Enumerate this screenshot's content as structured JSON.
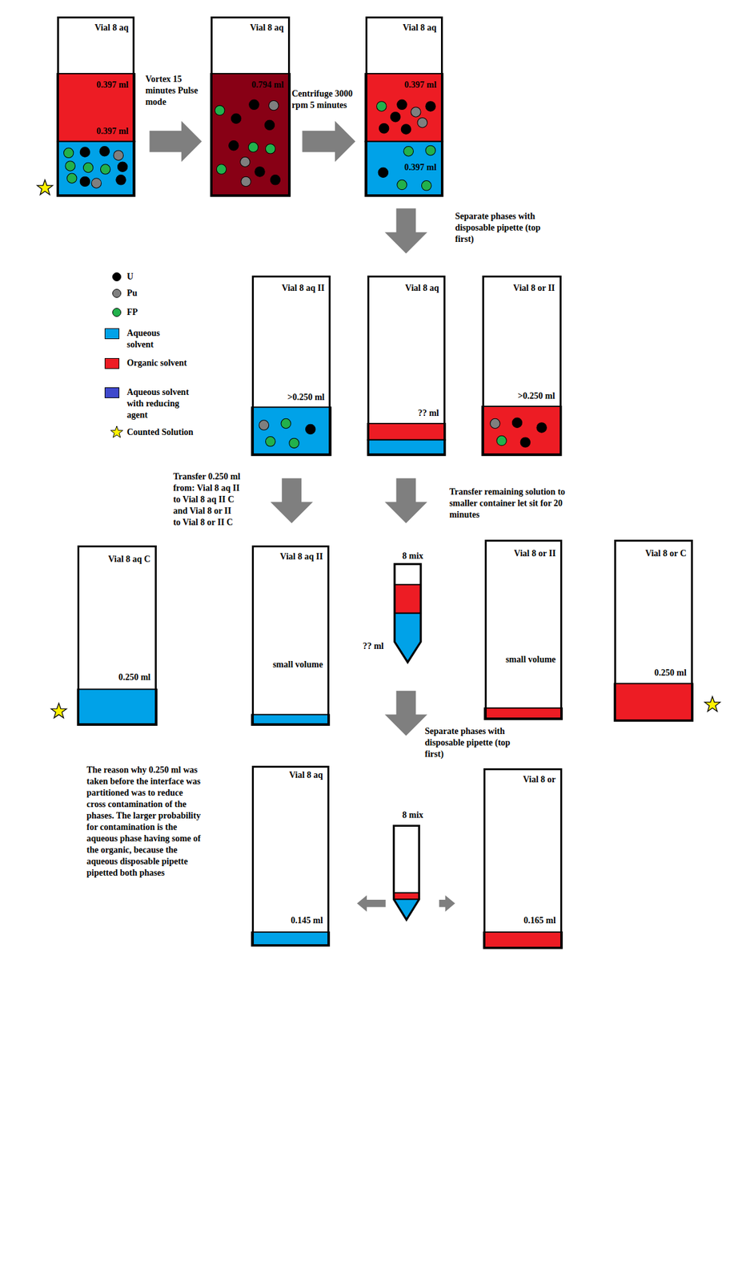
{
  "diagram": {
    "nodes": [
      {
        "text": [
          "Vial 8 aq"
        ]
      },
      {
        "text": [
          "0.397 ml",
          "0.397 ml"
        ],
        "in": 0
      },
      {
        "text": [
          "Vial 8 aq"
        ]
      },
      {
        "text": [
          "0.794 ml"
        ],
        "in": 2
      },
      {
        "text": [
          "Vial 8 aq"
        ]
      },
      {
        "text": [
          "0.397 ml"
        ],
        "in": 4
      },
      {
        "text": [
          "0.397 ml"
        ],
        "in": 4
      },
      {
        "text": [
          "Vial 8 aq II",
          ">0.250 ml"
        ]
      },
      {
        "text": [
          "Vial 8 aq",
          "?? ml"
        ]
      },
      {
        "text": [
          "Vial 8 or II",
          ">0.250 ml"
        ]
      },
      {
        "text": [
          "Vial 8 aq C",
          "0.250 ml"
        ]
      },
      {
        "text": [
          "Vial 8 aq II",
          "small volume"
        ]
      },
      {
        "text": [
          "8 mix"
        ]
      },
      {
        "text": [
          "Vial 8 or II",
          "small volume"
        ]
      },
      {
        "text": [
          "Vial 8 or C",
          "0.250 ml"
        ]
      },
      {
        "text": [
          "Vial 8 aq",
          "0.145 ml"
        ]
      },
      {
        "text": [
          "8 mix"
        ]
      },
      {
        "text": [
          "Vial 8 or",
          "0.165 ml"
        ]
      }
    ],
    "edges": [
      {
        "from": 0,
        "to": 2,
        "arrow": "to",
        "label": "Vortex 15 minutes Pulse mode"
      },
      {
        "from": 2,
        "to": 4,
        "arrow": "to",
        "label": "Centrifuge 3000 rpm 5 minutes"
      },
      {
        "from": 4,
        "to": 8,
        "arrow": "to",
        "label": "Separate phases with disposable pipette (top first)"
      },
      {
        "from": 7,
        "to": 11,
        "arrow": "to",
        "label": "Transfer 0.250 ml from: Vial 8 aq II to Vial 8 aq II C and Vial 8 or II to Vial 8 or II C"
      },
      {
        "from": 8,
        "to": 12,
        "arrow": "to",
        "label": "Transfer remaining solution to smaller container let sit for 20 minutes"
      },
      {
        "from": 12,
        "to": 16,
        "arrow": "to",
        "label": "Separate phases with disposable pipette (top first)"
      },
      {
        "from": 16,
        "to": 15,
        "arrow": "to"
      },
      {
        "from": 16,
        "to": 17,
        "arrow": "to"
      }
    ],
    "labels": [
      "?? ml",
      "The reason why 0.250 ml was taken before the interface was partitioned was to reduce cross contamination of the phases. The larger probability for contamination is the aqueous phase having some of the organic, because the aqueous disposable pipette pipetted both phases"
    ],
    "legend": [
      {
        "text": "U",
        "color": "#000000"
      },
      {
        "text": "Pu",
        "color": "#7f7f7f"
      },
      {
        "text": "FP",
        "color": "#22b14c"
      },
      {
        "text": "Aqueous solvent",
        "color": "#00a2e8"
      },
      {
        "text": "Organic solvent",
        "color": "#ed1c24"
      },
      {
        "text": "Aqueous solvent with reducing agent",
        "color": "#3f48cc"
      },
      {
        "text": "Counted Solution"
      }
    ]
  }
}
